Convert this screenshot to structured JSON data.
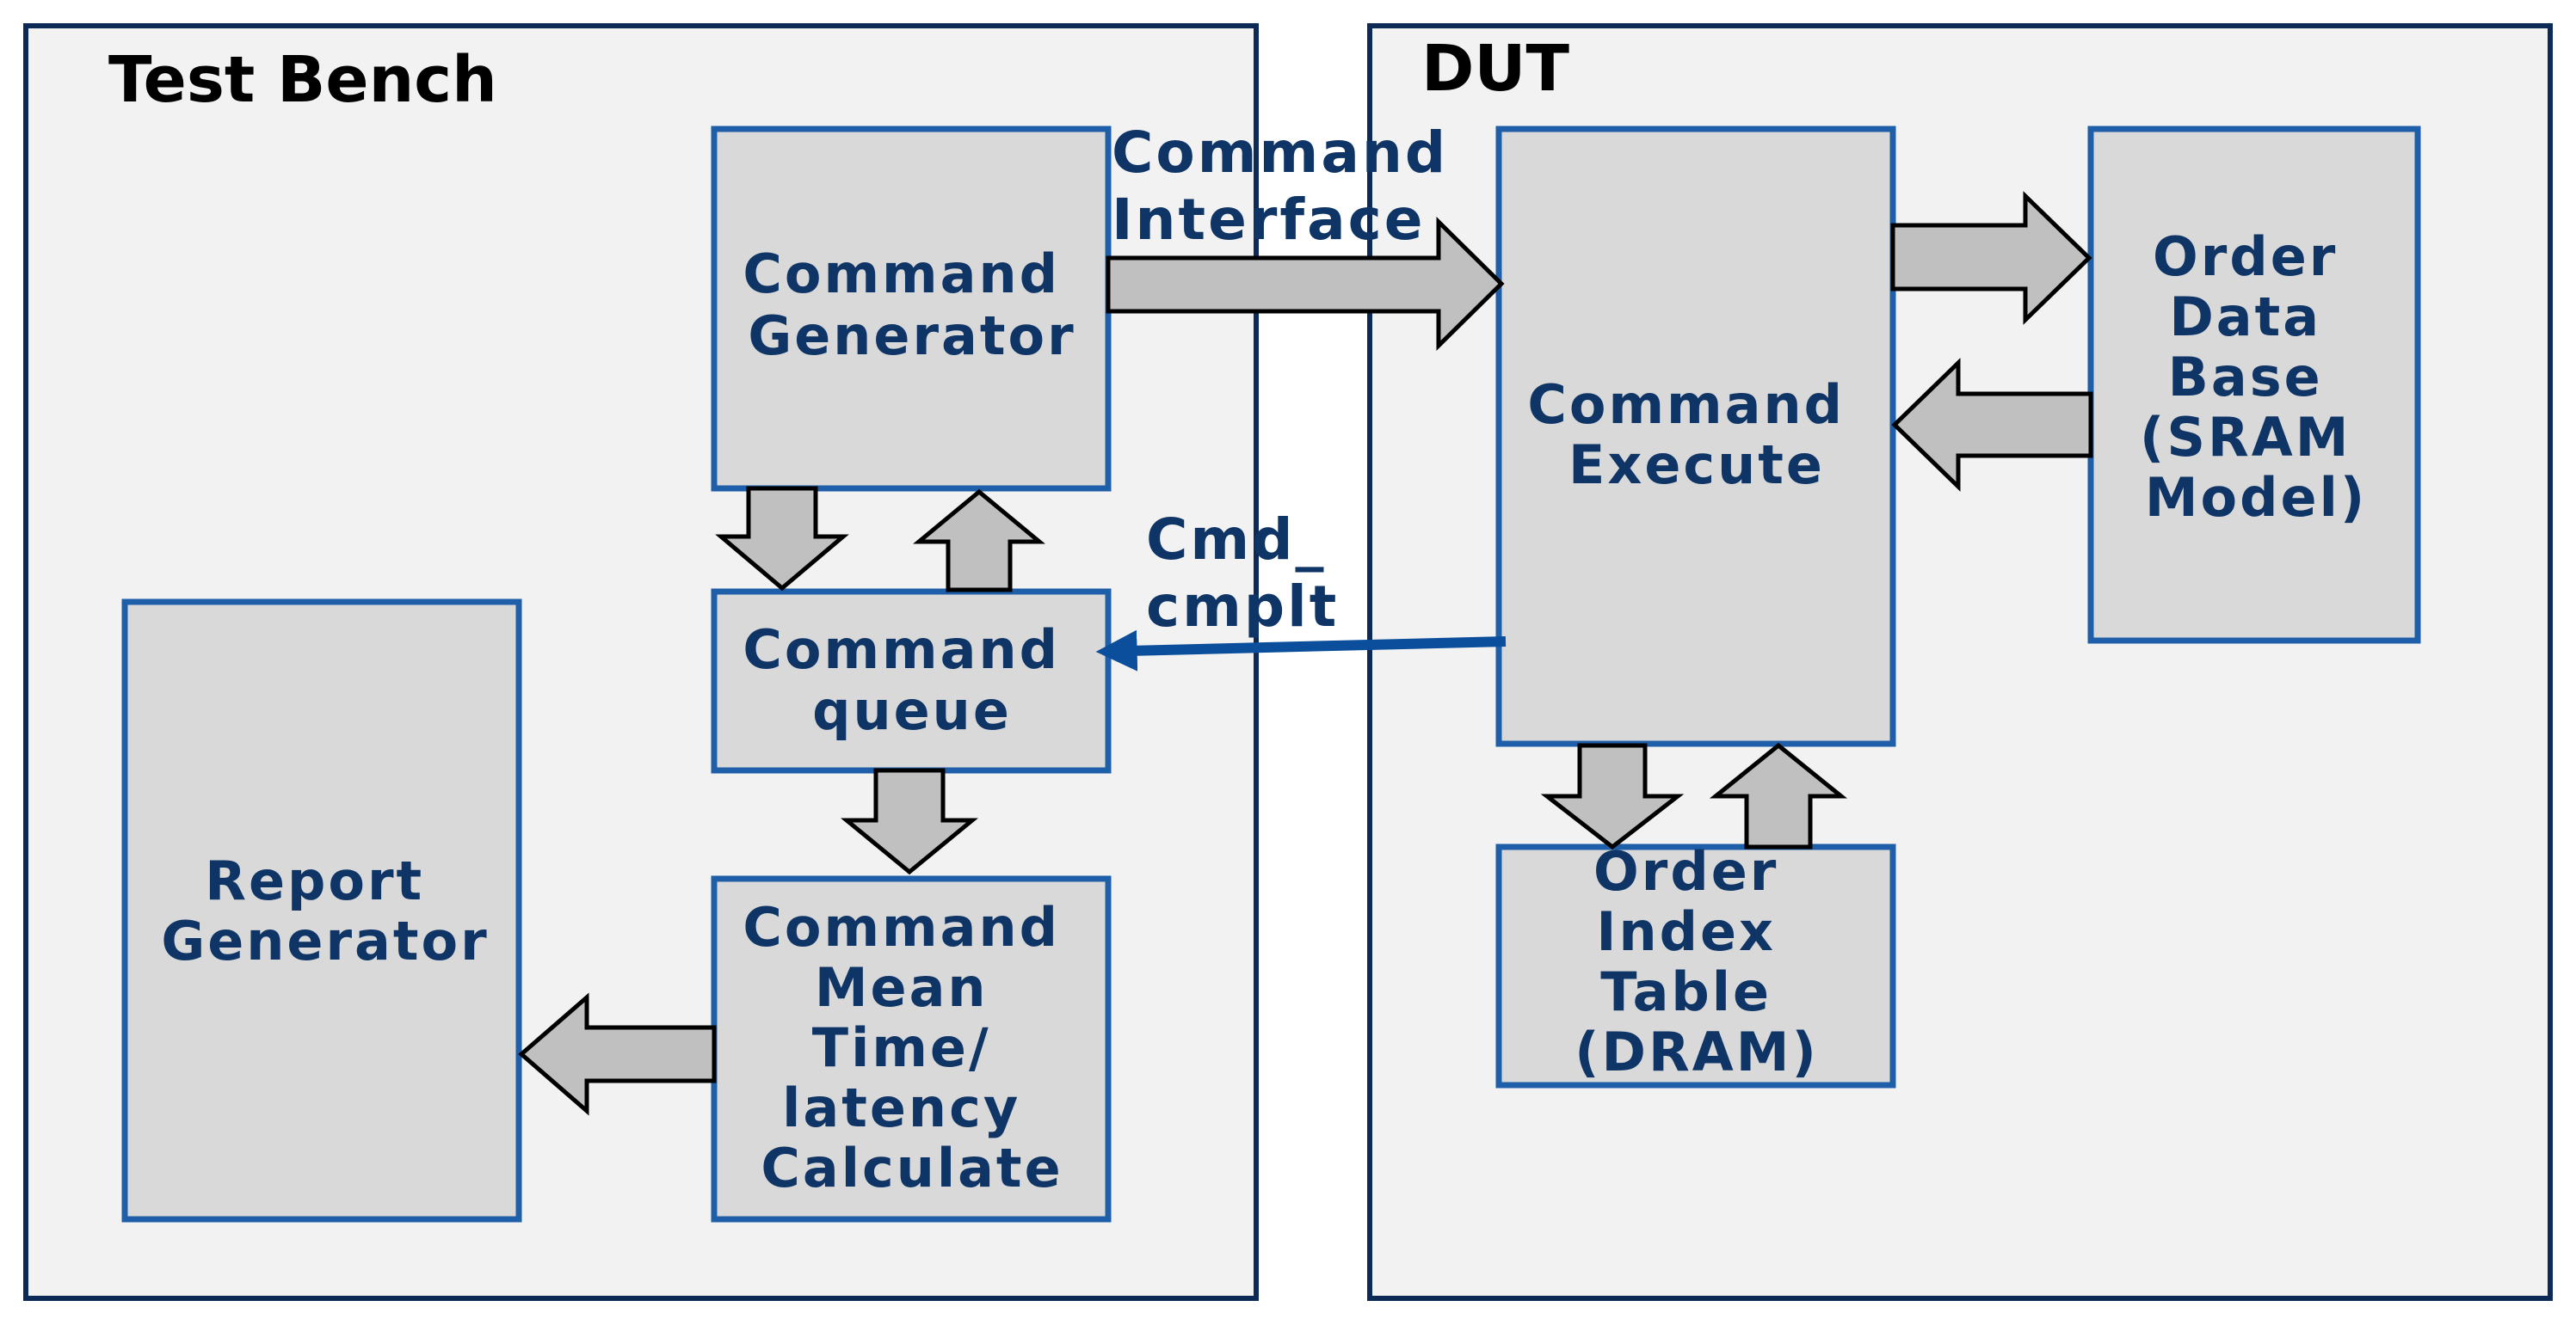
{
  "test_bench": {
    "title": "Test Bench",
    "command_generator": [
      "Command",
      "Generator"
    ],
    "command_queue": [
      "Command",
      "queue"
    ],
    "command_mean_time": [
      "Command",
      "Mean",
      "Time/",
      "latency",
      "Calculate"
    ],
    "report_generator": [
      "Report",
      "Generator"
    ]
  },
  "dut": {
    "title": "DUT",
    "command_execute": [
      "Command",
      "Execute"
    ],
    "order_data_base": [
      "Order",
      "Data",
      "Base",
      "(SRAM",
      "Model)"
    ],
    "order_index_table": [
      "Order",
      "Index",
      "Table",
      "(DRAM)"
    ]
  },
  "connections": {
    "command_interface": [
      "Command",
      "Interface"
    ],
    "cmd_cmplt": [
      "Cmd_",
      "cmplt"
    ]
  },
  "colors": {
    "box_fill": "#d9d9d9",
    "box_border": "#1f5ea8",
    "container_fill": "#f2f2f2",
    "container_border": "#0d2a57",
    "label_text": "#0f3566",
    "arrow_fill": "#c0c0c0",
    "signal_arrow": "#0b4f9c"
  }
}
